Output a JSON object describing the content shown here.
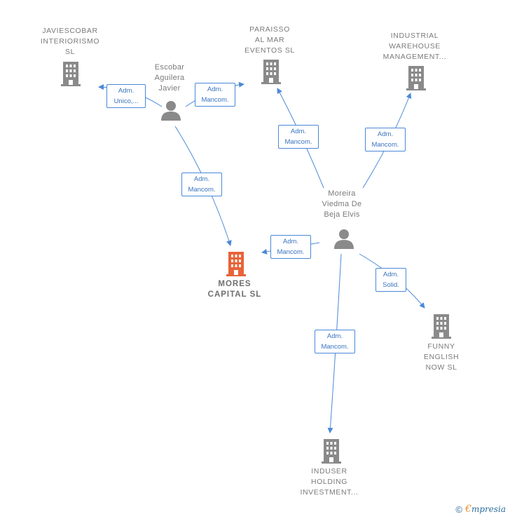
{
  "colors": {
    "edge": "#4a89d8",
    "company": "#8a8a8a",
    "main_company": "#e8633a",
    "person": "#8a8a8a"
  },
  "nodes": {
    "javiescobar": {
      "label": [
        "JAVIESCOBAR",
        "INTERIORISMO",
        "SL"
      ],
      "icon": "building-icon"
    },
    "paraisso": {
      "label": [
        "PARAISSO",
        "AL MAR",
        "EVENTOS  SL"
      ],
      "icon": "building-icon"
    },
    "industrial": {
      "label": [
        "INDUSTRIAL",
        "WAREHOUSE",
        "MANAGEMENT..."
      ],
      "icon": "building-icon"
    },
    "escobar": {
      "label": [
        "Escobar",
        "Aguilera",
        "Javier"
      ],
      "icon": "person-icon"
    },
    "moreira": {
      "label": [
        "Moreira",
        "Viedma De",
        "Beja Elvis"
      ],
      "icon": "person-icon"
    },
    "mores": {
      "label": [
        "MORES",
        "CAPITAL  SL"
      ],
      "icon": "building-icon"
    },
    "funny": {
      "label": [
        "FUNNY",
        "ENGLISH",
        "NOW  SL"
      ],
      "icon": "building-icon"
    },
    "induser": {
      "label": [
        "INDUSER",
        "HOLDING",
        "INVESTMENT..."
      ],
      "icon": "building-icon"
    }
  },
  "edges": {
    "escobar_javiescobar": [
      "Adm.",
      "Unico,..."
    ],
    "escobar_paraisso": [
      "Adm.",
      "Mancom."
    ],
    "escobar_mores": [
      "Adm.",
      "Mancom."
    ],
    "moreira_paraisso": [
      "Adm.",
      "Mancom."
    ],
    "moreira_industrial": [
      "Adm.",
      "Mancom."
    ],
    "moreira_mores": [
      "Adm.",
      "Mancom."
    ],
    "moreira_funny": [
      "Adm.",
      "Solid."
    ],
    "moreira_induser": [
      "Adm.",
      "Mancom."
    ]
  },
  "footer": {
    "copyright": "©",
    "brand_initial": "€",
    "brand_rest": "mpresia"
  }
}
